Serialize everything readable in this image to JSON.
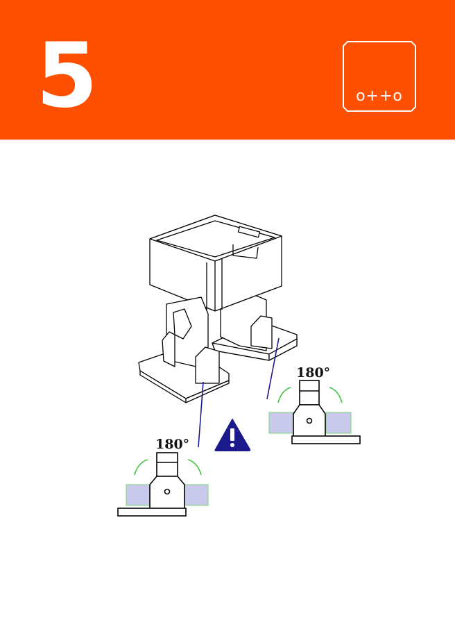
{
  "header": {
    "step_number": "5",
    "background_color": "#fe5000",
    "logo": {
      "text": "o++o",
      "icon": "otto-logo-icon"
    }
  },
  "illustration": {
    "description": "Otto robot assembly: body box on two legs with feet; servo orientation detail views",
    "warning_icon": "warning-triangle-icon",
    "warning_color": "#1a1a8c",
    "callouts": [
      {
        "id": "right-foot-detail",
        "angle_label": "180°"
      },
      {
        "id": "left-foot-detail",
        "angle_label": "180°"
      }
    ],
    "arrow_color": "#3ec83e",
    "servo_tab_color": "#c9c9ec",
    "leader_line_color": "#1a1a8c"
  }
}
